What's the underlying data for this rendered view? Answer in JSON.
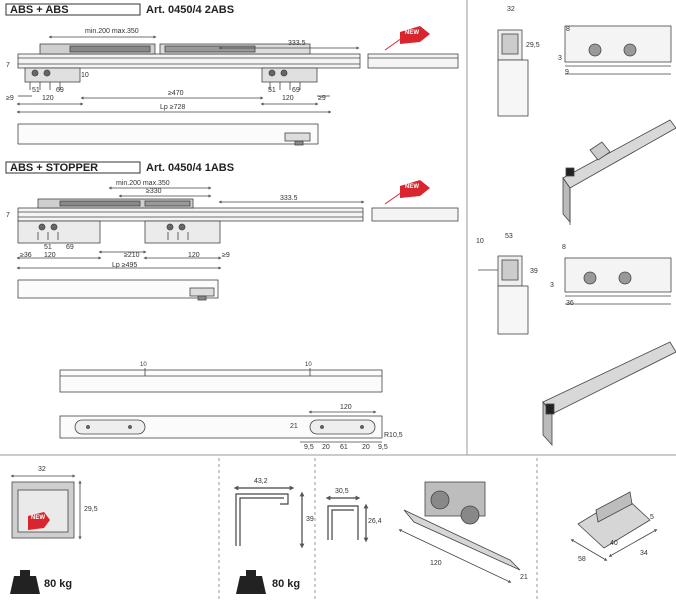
{
  "section_abs_abs": {
    "title": "ABS + ABS",
    "article": "Art. 0450/4 2ABS",
    "dims": {
      "min_max": "min.200 max.350",
      "d333": "333.5",
      "d7": "7",
      "d10": "10",
      "d9a": "≥9",
      "d51a": "51",
      "d69a": "69",
      "d120a": "120",
      "d470": "≥470",
      "d728": "Lp ≥728",
      "d51b": "51",
      "d69b": "69",
      "d120b": "120",
      "d9b": "≥9"
    }
  },
  "section_abs_stopper": {
    "title": "ABS + STOPPER",
    "article": "Art. 0450/4 1ABS",
    "dims": {
      "min_max": "min.200  max.350",
      "d330": "≥330",
      "d333": "333.5",
      "d7": "7",
      "d36": "≥36",
      "d51": "51",
      "d69": "69",
      "d120a": "120",
      "d210": "≥210",
      "d120b": "120",
      "d9": "≥9",
      "d495": "Lp ≥495"
    }
  },
  "badges": {
    "new_label": "NEW"
  },
  "bracket_views": {
    "v1": {
      "d32": "32",
      "d29": "29,5",
      "d8": "8",
      "d3": "3",
      "d9": "9"
    },
    "v2": {
      "d10": "10",
      "d53": "53",
      "d39": "39",
      "d8": "8",
      "d3": "3",
      "d36": "36"
    }
  },
  "plate_drawing": {
    "d10a": "10",
    "d10b": "10",
    "d120": "120",
    "d21": "21",
    "r105": "R10,5",
    "d95a": "9,5",
    "d20a": "20",
    "d61": "61",
    "d20b": "20",
    "d95b": "9,5"
  },
  "bottom_row": {
    "profile": {
      "d32": "32",
      "d29": "29,5",
      "weight": "80 kg"
    },
    "channel": {
      "d43": "43,2",
      "d39": "39",
      "weight": "80 kg"
    },
    "small_channel": {
      "d30": "30,5",
      "d26": "26,4"
    },
    "carriage": {
      "d120": "120",
      "d21": "21"
    },
    "plate": {
      "d40": "40",
      "d58": "58",
      "d34": "34",
      "d5": "5"
    }
  },
  "colors": {
    "line": "#444444",
    "new_badge": "#d9262e",
    "rail": "#555555",
    "light": "#e8e8e8",
    "divider": "#9a9a9a"
  },
  "icons": [
    "weight-icon",
    "new-badge-icon"
  ]
}
